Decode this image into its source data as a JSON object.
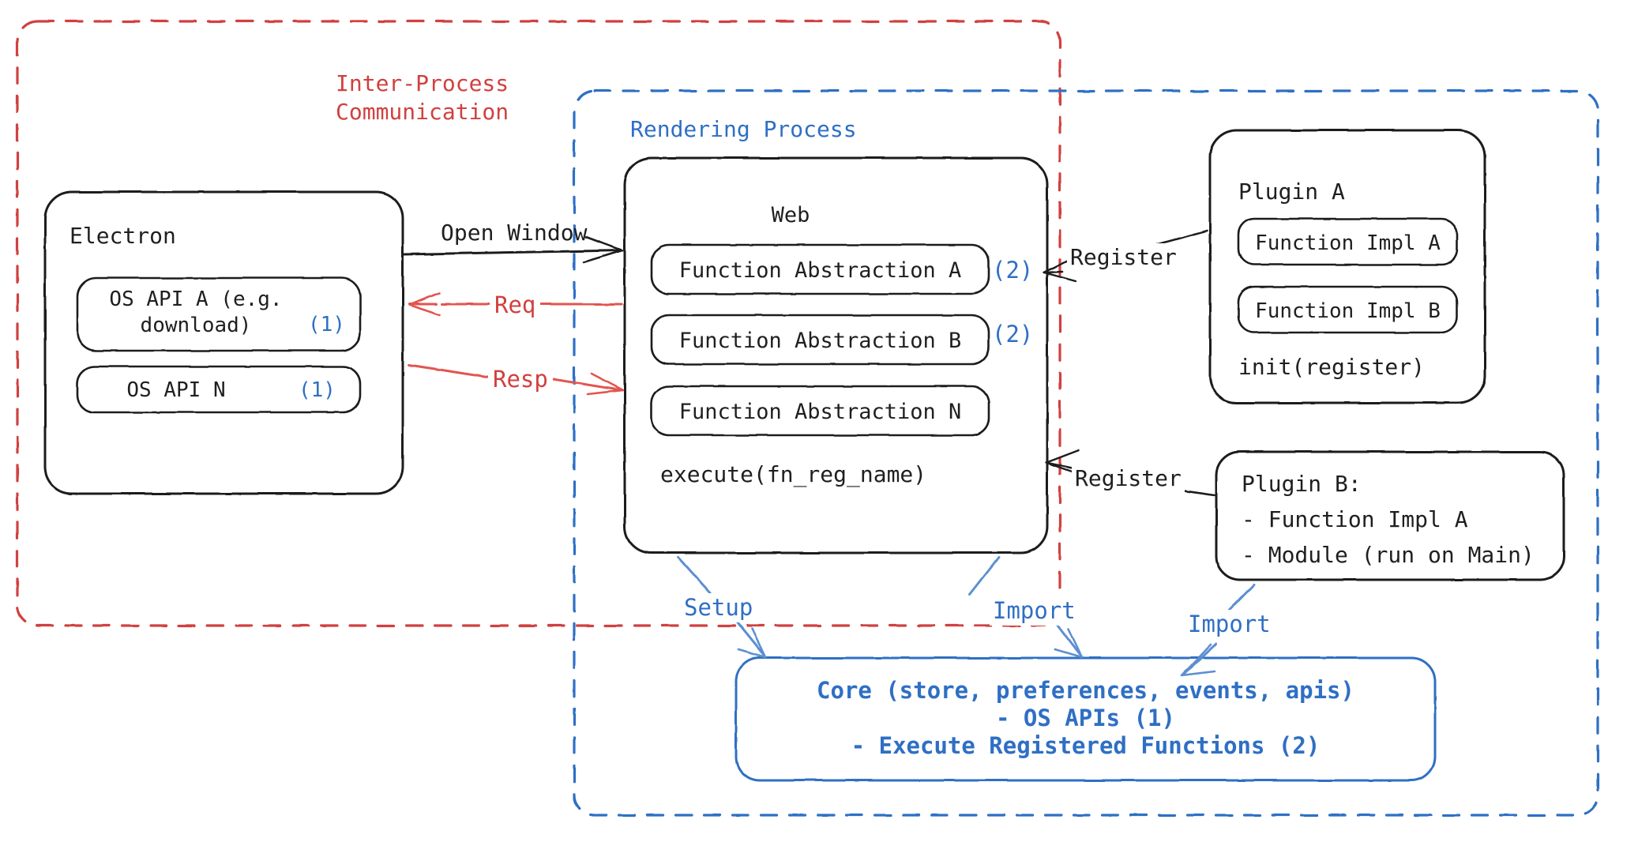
{
  "diagram": {
    "title": "Electron plugin architecture",
    "colors": {
      "ipc_red": "#d1403f",
      "render_blue": "#2f6fc4",
      "core_blue": "#2f6fc4",
      "stroke_dark": "#1f1f1f",
      "background": "#ffffff"
    },
    "containers": {
      "ipc": {
        "label": "Inter-Process\nCommunication",
        "style": "dashed",
        "color": "#d1403f"
      },
      "rendering": {
        "label": "Rendering Process",
        "style": "dashed",
        "color": "#2f6fc4"
      }
    },
    "nodes": {
      "electron": {
        "title": "Electron",
        "items": [
          {
            "text": "OS API A (e.g.\ndownload)",
            "marker": "(1)"
          },
          {
            "text": "OS API N",
            "marker": "(1)"
          }
        ]
      },
      "web": {
        "title": "Web",
        "items": [
          {
            "text": "Function Abstraction A",
            "marker": "(2)"
          },
          {
            "text": "Function Abstraction B",
            "marker": "(2)"
          },
          {
            "text": "Function Abstraction N",
            "marker": ""
          }
        ],
        "footer": "execute(fn_reg_name)"
      },
      "plugin_a": {
        "title": "Plugin A",
        "items": [
          {
            "text": "Function Impl A"
          },
          {
            "text": "Function Impl B"
          }
        ],
        "footer": "init(register)"
      },
      "plugin_b": {
        "lines": [
          "Plugin B:",
          "- Function Impl A",
          "- Module (run on Main)"
        ]
      },
      "core": {
        "lines": [
          "Core (store, preferences, events, apis)",
          "- OS APIs (1)",
          "- Execute Registered Functions (2)"
        ]
      }
    },
    "edges": [
      {
        "label": "Open Window",
        "color": "#1f1f1f",
        "from": "electron",
        "to": "web"
      },
      {
        "label": "Req",
        "color": "#d1403f",
        "from": "web",
        "to": "electron"
      },
      {
        "label": "Resp",
        "color": "#d1403f",
        "from": "electron",
        "to": "web"
      },
      {
        "label": "Register",
        "color": "#1f1f1f",
        "from": "plugin_a",
        "to": "web"
      },
      {
        "label": "Register",
        "color": "#1f1f1f",
        "from": "plugin_b",
        "to": "web"
      },
      {
        "label": "Setup",
        "color": "#2f6fc4",
        "from": "web",
        "to": "core"
      },
      {
        "label": "Import",
        "color": "#2f6fc4",
        "from": "web",
        "to": "core"
      },
      {
        "label": "Import",
        "color": "#2f6fc4",
        "from": "plugin_b",
        "to": "core"
      }
    ]
  }
}
